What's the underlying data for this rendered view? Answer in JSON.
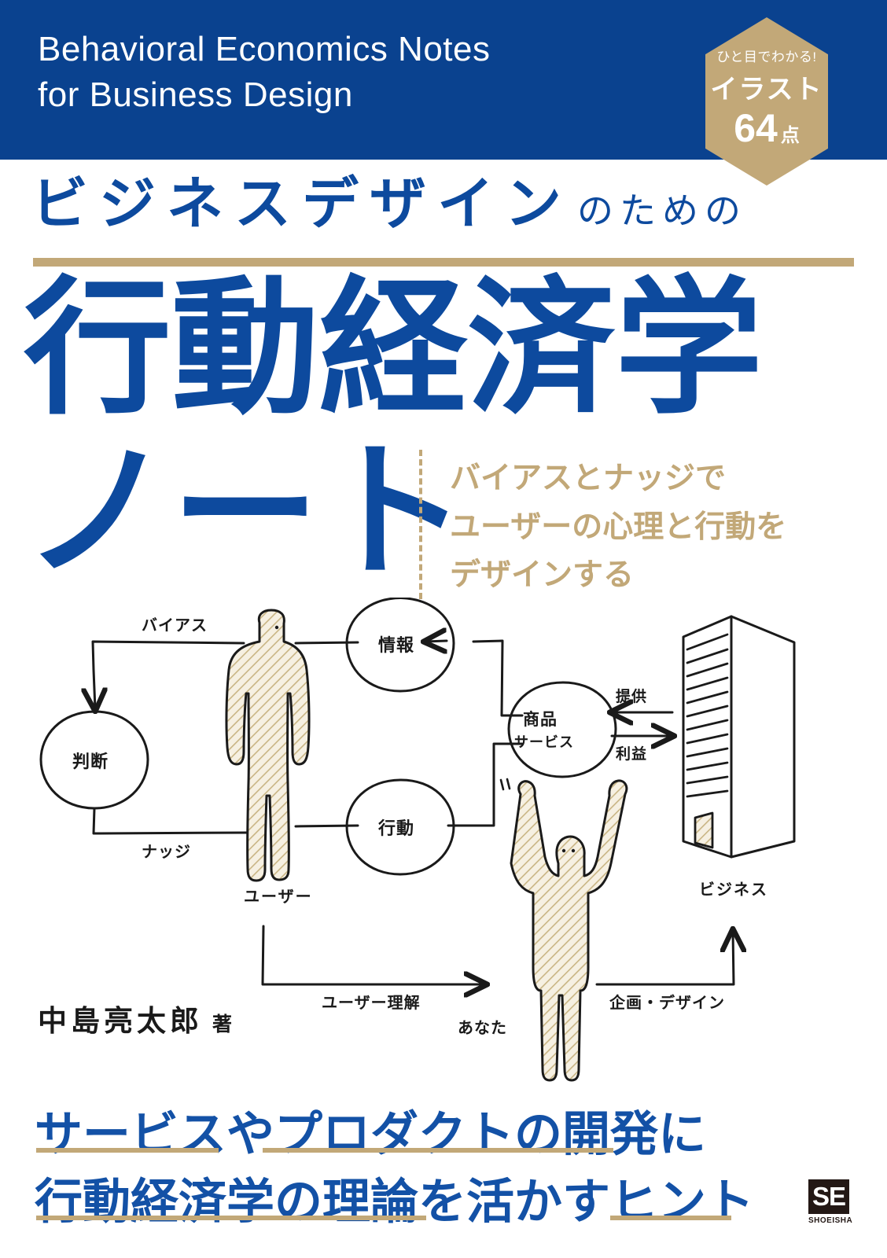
{
  "header": {
    "english_title": "Behavioral Economics Notes\nfor Business Design",
    "band_color": "#0a428f"
  },
  "badge": {
    "line1": "ひと目でわかる!",
    "line2": "イラスト",
    "number": "64",
    "suffix": "点",
    "color": "#c2a878"
  },
  "title": {
    "line1_main": "ビジネスデザイン",
    "line1_sub": "のための",
    "main": "行動経済学",
    "note": "ノート",
    "color": "#0d4a9e"
  },
  "subtitle": {
    "text": "バイアスとナッジで\nユーザーの心理と行動を\nデザインする",
    "color": "#c2a878"
  },
  "diagram": {
    "labels": {
      "bias": "バイアス",
      "nudge": "ナッジ",
      "judgement": "判断",
      "information": "情報",
      "action": "行動",
      "product_service_l1": "商品",
      "product_service_l2": "サービス",
      "provide": "提供",
      "profit": "利益",
      "user": "ユーザー",
      "you": "あなた",
      "business": "ビジネス",
      "user_understanding": "ユーザー理解",
      "planning_design": "企画・デザイン"
    },
    "fill_color": "#ece2cc",
    "stroke_color": "#1a1a1a"
  },
  "author": {
    "name": "中島亮太郎",
    "suffix": "著"
  },
  "bottom": {
    "line1": "サービスやプロダクトの開発に",
    "line2": "行動経済学の理論を活かすヒント",
    "text_color": "#1351a6",
    "underline_color": "#c2a878"
  },
  "publisher": {
    "mark": "SE",
    "name": "SHOEISHA"
  }
}
